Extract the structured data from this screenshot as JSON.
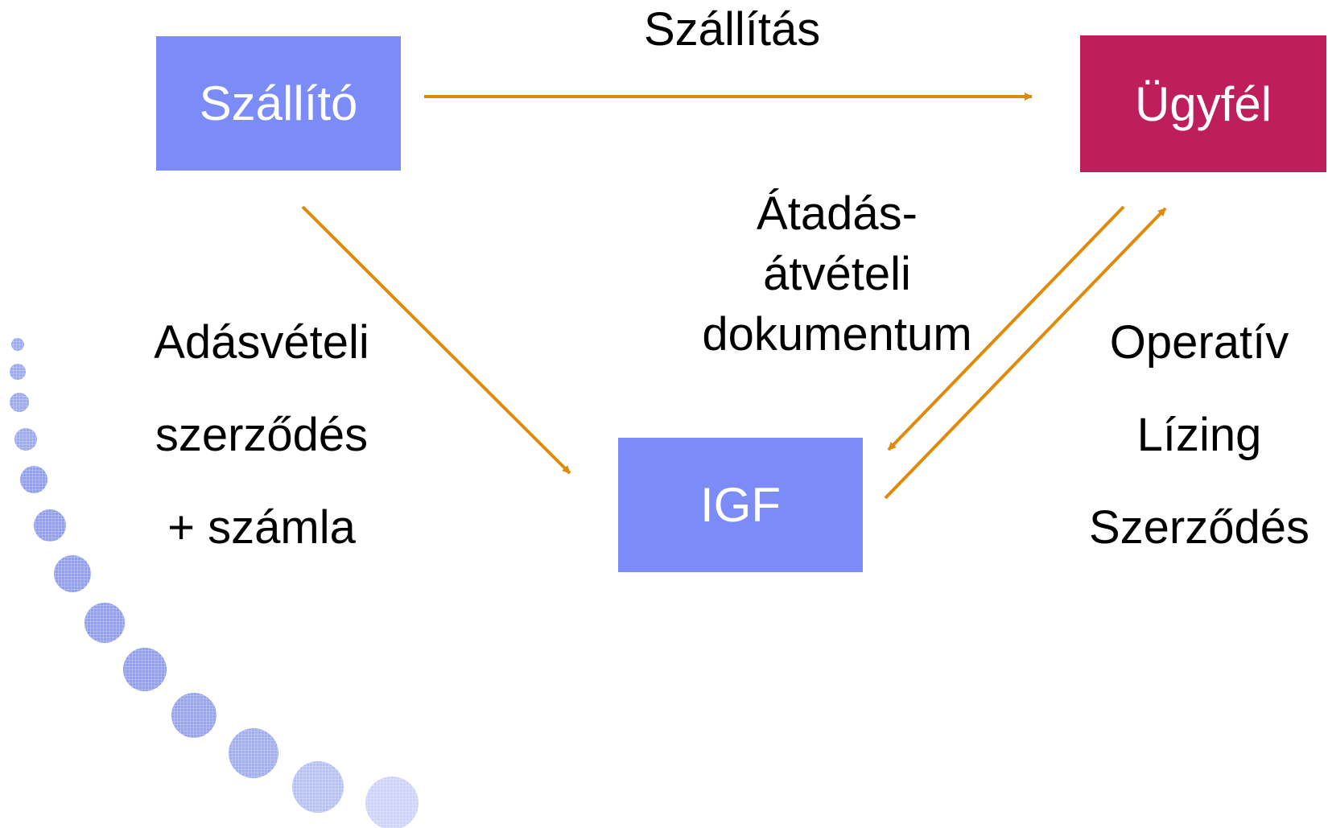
{
  "colors": {
    "node_blue": "#7b8cf8",
    "node_magenta": "#be1e5c",
    "arrow": "#e08a0c",
    "dots": "#8f9ef4"
  },
  "nodes": {
    "supplier": "Szállító",
    "customer": "Ügyfél",
    "igf": "IGF"
  },
  "edges": {
    "delivery": "Szállítás",
    "sales_contract": [
      "Adásvételi",
      "szerződés",
      "+ számla"
    ],
    "handover": [
      "Átadás-",
      "átvételi",
      "dokumentum"
    ],
    "leasing": [
      "Operatív",
      "Lízing",
      "Szerződés"
    ]
  }
}
